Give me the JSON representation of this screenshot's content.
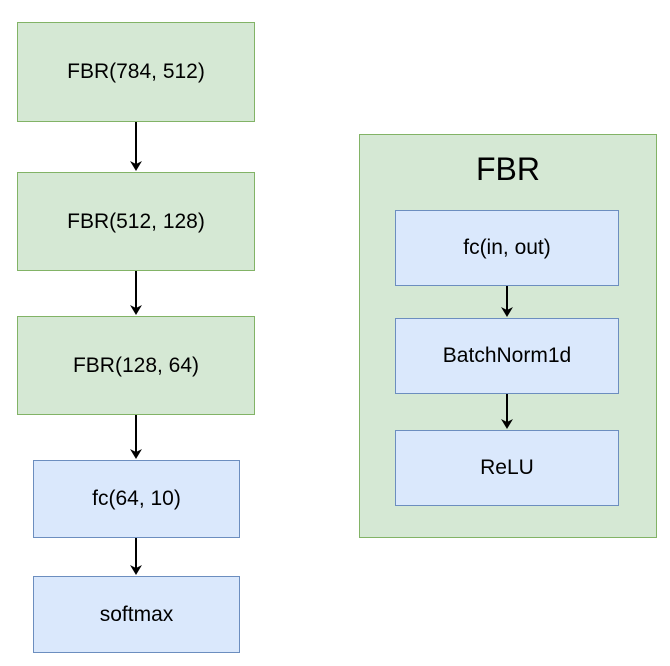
{
  "left_stack": {
    "fbr1": "FBR(784, 512)",
    "fbr2": "FBR(512, 128)",
    "fbr3": "FBR(128, 64)",
    "fc_out": "fc(64, 10)",
    "softmax": "softmax"
  },
  "fbr_block": {
    "title": "FBR",
    "fc": "fc(in, out)",
    "batchnorm": "BatchNorm1d",
    "relu": "ReLU"
  },
  "colors": {
    "green_fill": "#d5e8d4",
    "green_stroke": "#82b366",
    "blue_fill": "#dae8fc",
    "blue_stroke": "#6c8ebf",
    "arrow": "#000000"
  }
}
